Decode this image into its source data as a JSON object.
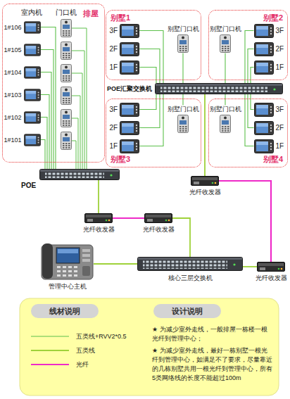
{
  "diagram": {
    "nodes": [
      {
        "text": [
          "排屋"
        ]
      },
      {
        "text": [
          "1#106"
        ],
        "in": 0
      },
      {
        "text": [
          "1#105"
        ],
        "in": 0
      },
      {
        "text": [
          "1#104"
        ],
        "in": 0
      },
      {
        "text": [
          "1#103"
        ],
        "in": 0
      },
      {
        "text": [
          "1#102"
        ],
        "in": 0
      },
      {
        "text": [
          "1#101"
        ],
        "in": 0
      },
      {
        "text": [
          "别墅1"
        ]
      },
      {
        "text": [
          "3F"
        ],
        "in": 7
      },
      {
        "text": [
          "2F"
        ],
        "in": 7
      },
      {
        "text": [
          "1F"
        ],
        "in": 7
      },
      {
        "text": [
          "别墅门口机"
        ],
        "in": 7
      },
      {
        "text": [
          "别墅2"
        ]
      },
      {
        "text": [
          "3F"
        ],
        "in": 12
      },
      {
        "text": [
          "2F"
        ],
        "in": 12
      },
      {
        "text": [
          "1F"
        ],
        "in": 12
      },
      {
        "text": [
          "别墅门口机"
        ],
        "in": 12
      },
      {
        "text": [
          "POE汇聚交换机"
        ]
      },
      {
        "text": [
          "别墅3"
        ]
      },
      {
        "text": [
          "3F"
        ],
        "in": 18
      },
      {
        "text": [
          "2F"
        ],
        "in": 18
      },
      {
        "text": [
          "1F"
        ],
        "in": 18
      },
      {
        "text": [
          "别墅门口机"
        ],
        "in": 18
      },
      {
        "text": [
          "别墅4"
        ]
      },
      {
        "text": [
          "3F"
        ],
        "in": 23
      },
      {
        "text": [
          "2F"
        ],
        "in": 23
      },
      {
        "text": [
          "1F"
        ],
        "in": 23
      },
      {
        "text": [
          "别墅门口机"
        ],
        "in": 23
      },
      {
        "text": [
          "POE"
        ]
      },
      {
        "text": [
          "光纤收发器"
        ]
      },
      {
        "text": [
          "光纤收发器"
        ]
      },
      {
        "text": [
          "光纤收发器"
        ]
      },
      {
        "text": [
          "管理中心主机"
        ]
      },
      {
        "text": [
          "核心三层交换机"
        ]
      },
      {
        "text": [
          "光纤收发器"
        ]
      }
    ],
    "edges": [
      {
        "from": 1,
        "to": 28,
        "arrow": "none"
      },
      {
        "from": 2,
        "to": 28,
        "arrow": "none"
      },
      {
        "from": 3,
        "to": 28,
        "arrow": "none"
      },
      {
        "from": 4,
        "to": 28,
        "arrow": "none"
      },
      {
        "from": 5,
        "to": 28,
        "arrow": "none"
      },
      {
        "from": 6,
        "to": 28,
        "arrow": "none"
      },
      {
        "from": 8,
        "to": 17,
        "arrow": "none"
      },
      {
        "from": 9,
        "to": 17,
        "arrow": "none"
      },
      {
        "from": 10,
        "to": 17,
        "arrow": "none"
      },
      {
        "from": 11,
        "to": 17,
        "arrow": "none"
      },
      {
        "from": 13,
        "to": 17,
        "arrow": "none"
      },
      {
        "from": 14,
        "to": 17,
        "arrow": "none"
      },
      {
        "from": 15,
        "to": 17,
        "arrow": "none"
      },
      {
        "from": 16,
        "to": 17,
        "arrow": "none"
      },
      {
        "from": 19,
        "to": 17,
        "arrow": "none"
      },
      {
        "from": 20,
        "to": 17,
        "arrow": "none"
      },
      {
        "from": 21,
        "to": 17,
        "arrow": "none"
      },
      {
        "from": 22,
        "to": 17,
        "arrow": "none"
      },
      {
        "from": 24,
        "to": 17,
        "arrow": "none"
      },
      {
        "from": 25,
        "to": 17,
        "arrow": "none"
      },
      {
        "from": 26,
        "to": 17,
        "arrow": "none"
      },
      {
        "from": 27,
        "to": 17,
        "arrow": "none"
      },
      {
        "from": 17,
        "to": 29,
        "arrow": "none"
      },
      {
        "from": 29,
        "to": 34,
        "arrow": "none"
      },
      {
        "from": 34,
        "to": 33,
        "arrow": "none"
      },
      {
        "from": 28,
        "to": 30,
        "arrow": "none"
      },
      {
        "from": 30,
        "to": 31,
        "arrow": "none"
      },
      {
        "from": 31,
        "to": 33,
        "arrow": "none"
      },
      {
        "from": 33,
        "to": 32,
        "arrow": "none"
      }
    ],
    "labels": [
      "室内机",
      "门口机",
      "线材说明",
      "设计说明",
      "★ 为减少室外走线，一般排屋一栋楼一根光纤到管理中心；",
      "★ 为减少室外走线，最好一栋别墅一根光纤到管理中心，如满足不了要求，尽量靠近的几栋别墅共用一根光纤到管理中心，所有5类网络线的长度不能超过100m"
    ],
    "legend": [
      {
        "text": "五类线+RVV2*0.5"
      },
      {
        "text": "五类线"
      },
      {
        "text": "光纤"
      }
    ]
  }
}
